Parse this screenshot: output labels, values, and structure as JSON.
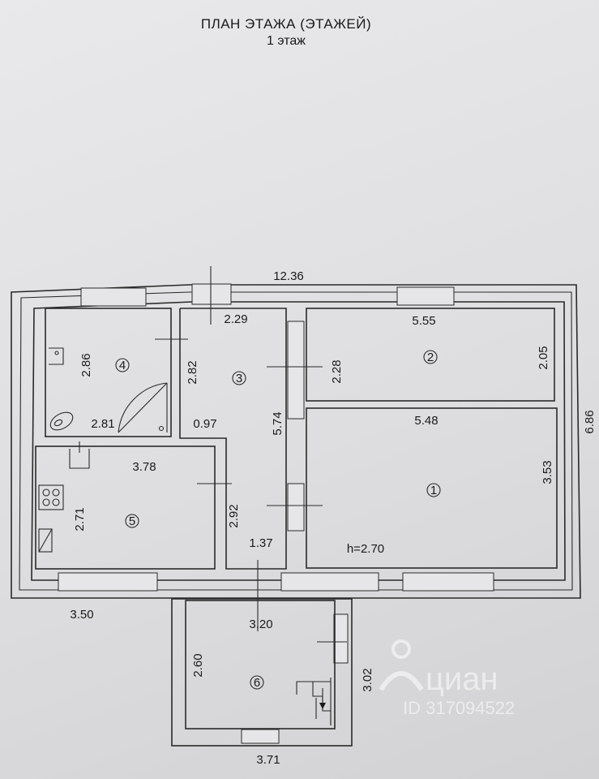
{
  "header": {
    "title": "ПЛАН ЭТАЖА (ЭТАЖЕЙ)",
    "subtitle": "1 этаж"
  },
  "dimensions": {
    "overall_width": "12.36",
    "overall_depth": "6.86",
    "room1_width": "5.48",
    "room1_depth": "3.53",
    "room1_height": "h=2.70",
    "room2_width": "5.55",
    "room2_depth_left": "2.28",
    "room2_depth_right": "2.05",
    "room3_width": "2.29",
    "room3_depth": "5.74",
    "room3_depth_left": "2.82",
    "corridor_width": "0.97",
    "corridor_depth": "2.92",
    "corridor_bottom": "1.37",
    "room4_width": "2.81",
    "room4_depth": "2.86",
    "room5_width": "3.78",
    "room5_depth": "2.71",
    "porch_offset": "3.50",
    "room6_width": "3.20",
    "room6_depth_left": "2.60",
    "room6_depth_right": "3.02",
    "room6_outer_width": "3.71"
  },
  "rooms": {
    "r1": "1",
    "r2": "2",
    "r3": "3",
    "r4": "4",
    "r5": "5",
    "r6": "6"
  },
  "watermark": {
    "brand": "циан",
    "id": "ID 317094522"
  },
  "colors": {
    "paper": "#e4e4e6",
    "ink": "#1a1a1a"
  }
}
